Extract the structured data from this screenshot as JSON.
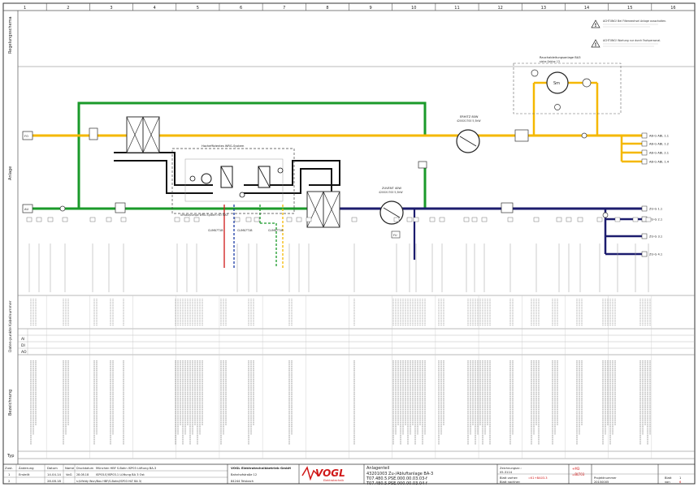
{
  "grid": {
    "columns": [
      "1",
      "2",
      "3",
      "4",
      "5",
      "6",
      "7",
      "8",
      "9",
      "10",
      "11",
      "12",
      "13",
      "14",
      "15",
      "16"
    ]
  },
  "side_labels": {
    "top": "Regelungsschema",
    "anlage": "Anlage",
    "kabel": "Kabelnummer",
    "daten": "Daten-punkte",
    "bezeichnung": "Bezeichnung",
    "typ": "Typ"
  },
  "daten_rows": [
    "AI",
    "DI",
    "AO"
  ],
  "warnings": {
    "top": "ACHTUNG! Bei Filterwechsel Anlage ausschalten.",
    "bottom": "ACHTUNG! Wartung nur durch Fachpersonal."
  },
  "components": {
    "waermerueckgewinnung": "Hocheffizientes WRG-System",
    "wrg_sub": "Umlaufpumpe WRG-System HLT BA3",
    "rauchabsaugung": "Rauchableitungsanlage BA3",
    "rauch_sub": "siehe Sektor 13",
    "erhitzer": "ERHITZ 80W",
    "erhitzer_sub": "4200X1700 5,5kW",
    "zuluft_ventilator": "ZUVENT 40W",
    "zuluft_sub": "4200X1700 5,5kW",
    "fu_label": "FU",
    "labels_right_top": [
      "AB-G ABL 1.1",
      "AB-G ABL 1.2",
      "AB-G ABL 2.1",
      "AB-G ABL 1.4"
    ],
    "labels_right_bottom": [
      "ZU-G 1.1",
      "ZU-G 2.1",
      "ZU-G 3.1",
      "ZU-G 4.1"
    ],
    "port_fo": "FO",
    "port_au": "AU",
    "pump_labels": [
      "CLIM07T1B",
      "CLIM07T1B",
      "CLIM07T1B"
    ]
  },
  "titleblock": {
    "zust_label": "Zust.",
    "aend_label": "Änderung",
    "datum_label": "Datum",
    "name_label": "Name",
    "rev1": {
      "zust": "1",
      "aend": "Erstellt",
      "datum": "14.04.14",
      "name": "VoG"
    },
    "rev2": {
      "zust": "2",
      "aend": "",
      "datum": "28.08.18",
      "name": ""
    },
    "druckdatum_label": "Druckdatum",
    "druckdatum": "28.08.18",
    "project1": "München HBF S-Bahn ISP03 Lüftung BA-3",
    "project2": "ISP03.E/ISP03.1 Lüftung BA 3 Ost",
    "file": "s:/Ufeldy Wun/Bau HBF/S-Bahn/ISP03 HLT BA 3/",
    "company": "VOGL Elektrotechnikbetrieb GmbH",
    "street": "Bahnhofstraße 12",
    "city": "84244 Teisbach",
    "logo": "VOGL",
    "logo_sub": "Elektrotechnik",
    "anlagenteil_label": "Anlagenteil",
    "anlagenteil": "43201003 Zu-/Abluftanlage BA-3",
    "code1": "T07.480.5.PSE.000.00.03.03-f",
    "code2": "T07.480.5.PSE.000.00.03.04-f",
    "zeichnungsnr_label": "Zeichnungsnr.:",
    "zeichnungsnr": "05-3114",
    "blatt_vorher_label": "Blatt vorher:",
    "blatt_vorher": "=K1+BA03.3",
    "blatt_nachher_label": "Blatt nachher:",
    "blatt_nachher": "",
    "plus": "+M3",
    "plus_sub": "=BLT03",
    "projektnummer_label": "Projektnummer",
    "projektnummer": "20150005",
    "blatt_label": "Blatt",
    "blatt": "1",
    "von_label": "von",
    "von": "6"
  },
  "colors": {
    "supply": "#f5b800",
    "exhaust": "#1a9a2a",
    "return": "#1c1c6e",
    "heating_red": "#d01818",
    "grid": "#7a7a7a"
  }
}
